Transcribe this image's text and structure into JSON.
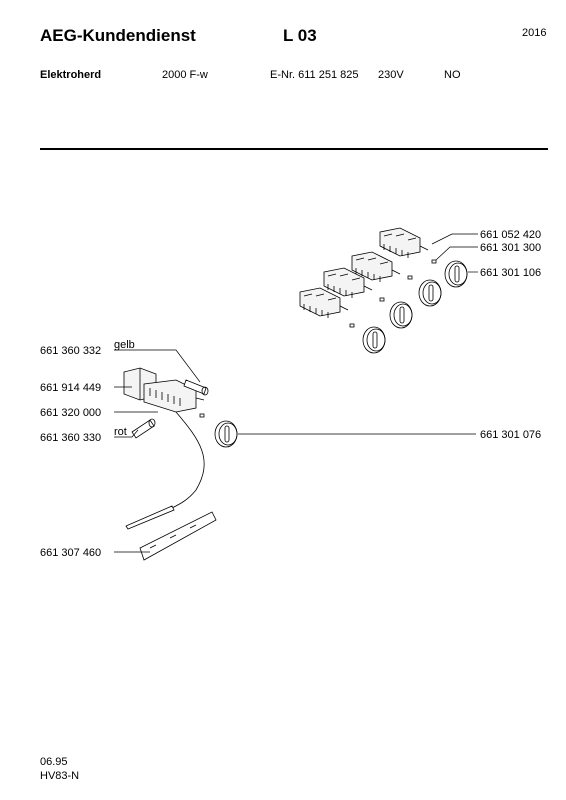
{
  "header": {
    "title": "AEG-Kundendienst",
    "code": "L 03",
    "page_number": "2016"
  },
  "info": {
    "product": "Elektroherd",
    "model": "2000 F-w",
    "enr": "E-Nr. 611 251 825",
    "voltage": "230V",
    "country": "NO"
  },
  "parts": {
    "p1": "661 052 420",
    "p2": "661 301 300",
    "p3": "661 301 106",
    "p4": "661 360 332",
    "p5": "661 914 449",
    "p6": "661 320 000",
    "p7": "661 360 330",
    "p8": "661 301 076",
    "p9": "661 307 460"
  },
  "labels": {
    "gelb": "gelb",
    "rot": "rot"
  },
  "footer": {
    "date": "06.95",
    "ref": "HV83-N"
  }
}
